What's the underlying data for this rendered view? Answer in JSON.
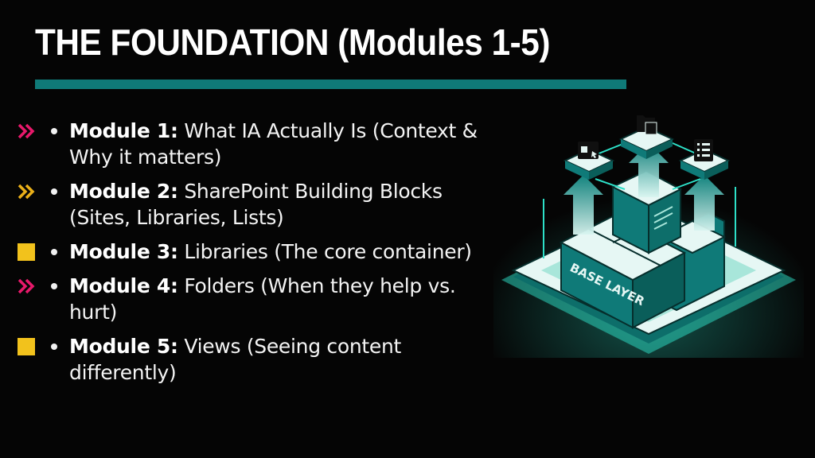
{
  "slide": {
    "title": "THE FOUNDATION (Modules 1-5)",
    "accent_color": "#0f7a78",
    "modules": [
      {
        "marker": "double-chevron",
        "marker_color": "#e8196b",
        "label": "Module 1:",
        "text": "What IA Actually Is (Context & Why it matters)"
      },
      {
        "marker": "double-chevron",
        "marker_color": "#eab019",
        "label": "Module 2:",
        "text": "SharePoint Building Blocks (Sites, Libraries, Lists)"
      },
      {
        "marker": "square",
        "marker_color": "#f2c21c",
        "label": "Module 3:",
        "text": "Libraries (The core container)"
      },
      {
        "marker": "double-chevron",
        "marker_color": "#e8196b",
        "label": "Module 4:",
        "text": "Folders (When they help vs. hurt)"
      },
      {
        "marker": "square",
        "marker_color": "#f2c21c",
        "label": "Module 5:",
        "text": "Views (Seeing content differently)"
      }
    ],
    "illustration": {
      "base_label": "BASE LAYER",
      "icons": [
        "web-page-icon",
        "folder-icon",
        "list-icon"
      ],
      "colors": {
        "teal_dark": "#0d6e6a",
        "teal_mid": "#138a84",
        "teal_light": "#e6f7f4",
        "glow": "#2de0c8"
      }
    }
  }
}
